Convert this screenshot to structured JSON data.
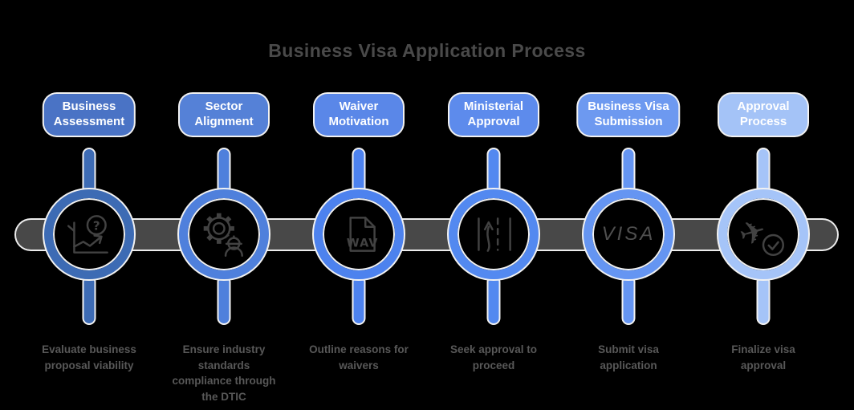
{
  "title": "Business Visa Application Process",
  "colors": {
    "background": "#000000",
    "timeline_bar": "#484848",
    "outline": "#f2f2f2",
    "title_text": "#4a4a4a",
    "description_text": "#585858",
    "icon_stroke": "#424242",
    "pill_text": "#ffffff"
  },
  "icon_text": {
    "question_mark": "?",
    "wav": "WAV",
    "visa": "VISA",
    "plane": "✈"
  },
  "steps": [
    {
      "label": "Business Assessment",
      "label_lines": [
        "Business",
        "Assessment"
      ],
      "description": "Evaluate business proposal viability",
      "accent": "#4A73C5",
      "ring": "#3D6BB4",
      "icon": "growth-chart-question-icon"
    },
    {
      "label": "Sector Alignment",
      "label_lines": [
        "Sector",
        "Alignment"
      ],
      "description": "Ensure industry standards compliance through the DTIC",
      "accent": "#5581D7",
      "ring": "#4F80DC",
      "icon": "gear-worker-icon"
    },
    {
      "label": "Waiver Motivation",
      "label_lines": [
        "Waiver",
        "Motivation"
      ],
      "description": "Outline reasons for waivers",
      "accent": "#5A87E8",
      "ring": "#4D82EE",
      "icon": "wav-file-icon"
    },
    {
      "label": "Ministerial Approval",
      "label_lines": [
        "Ministerial",
        "Approval"
      ],
      "description": "Seek approval to proceed",
      "accent": "#5D8BEC",
      "ring": "#5389F0",
      "icon": "lane-change-icon"
    },
    {
      "label": "Business Visa Submission",
      "label_lines": [
        "Business Visa",
        "Submission"
      ],
      "description": "Submit visa application",
      "accent": "#6D99F0",
      "ring": "#6595F2",
      "icon": "visa-text-icon"
    },
    {
      "label": "Approval Process",
      "label_lines": [
        "Approval",
        "Process"
      ],
      "description": "Finalize visa approval",
      "accent": "#A4C3F7",
      "ring": "#A5C4F8",
      "icon": "plane-check-icon"
    }
  ]
}
